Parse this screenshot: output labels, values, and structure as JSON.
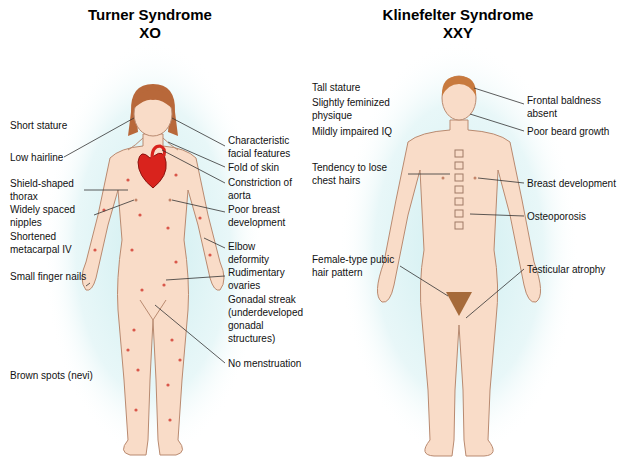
{
  "diagram": {
    "labels": [
      "Turner Syndrome",
      "XO",
      "Klinefelter Syndrome",
      "XXY",
      "Short stature",
      "Low hairline",
      "Shield-shaped thorax",
      "Widely spaced nipples",
      "Shortened metacarpal IV",
      "Small finger nails",
      "Brown spots (nevi)",
      "Characteristic facial features",
      "Fold of skin",
      "Constriction of aorta",
      "Poor breast development",
      "Elbow deformity",
      "Rudimentary ovaries",
      "Gonadal streak (underdeveloped gonadal structures)",
      "No menstruation",
      "Tall stature",
      "Slightly feminized physique",
      "Mildly impaired IQ",
      "Tendency to lose chest hairs",
      "Female-type pubic hair pattern",
      "Frontal baldness absent",
      "Poor beard growth",
      "Breast development",
      "Osteoporosis",
      "Testicular atrophy"
    ]
  }
}
